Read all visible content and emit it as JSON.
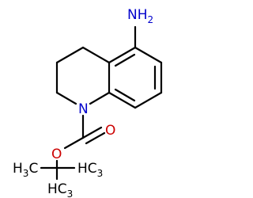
{
  "colors": {
    "bond": "#000000",
    "nitrogen": "#0000cc",
    "oxygen": "#cc0000",
    "carbon": "#000000",
    "background": "#ffffff"
  },
  "atoms": {
    "amine": {
      "main": "NH",
      "sub": "2"
    },
    "ring_nitrogen": {
      "main": "N"
    },
    "carbonyl_oxygen": {
      "main": "O"
    },
    "ester_oxygen": {
      "main": "O"
    },
    "methyl_left": {
      "main": "H",
      "sub": "3",
      "tail": "C"
    },
    "methyl_right": {
      "main": "H",
      "tail": "C",
      "sub": "3"
    },
    "methyl_bottom": {
      "main": "H",
      "tail": "C",
      "sub": "3"
    }
  }
}
